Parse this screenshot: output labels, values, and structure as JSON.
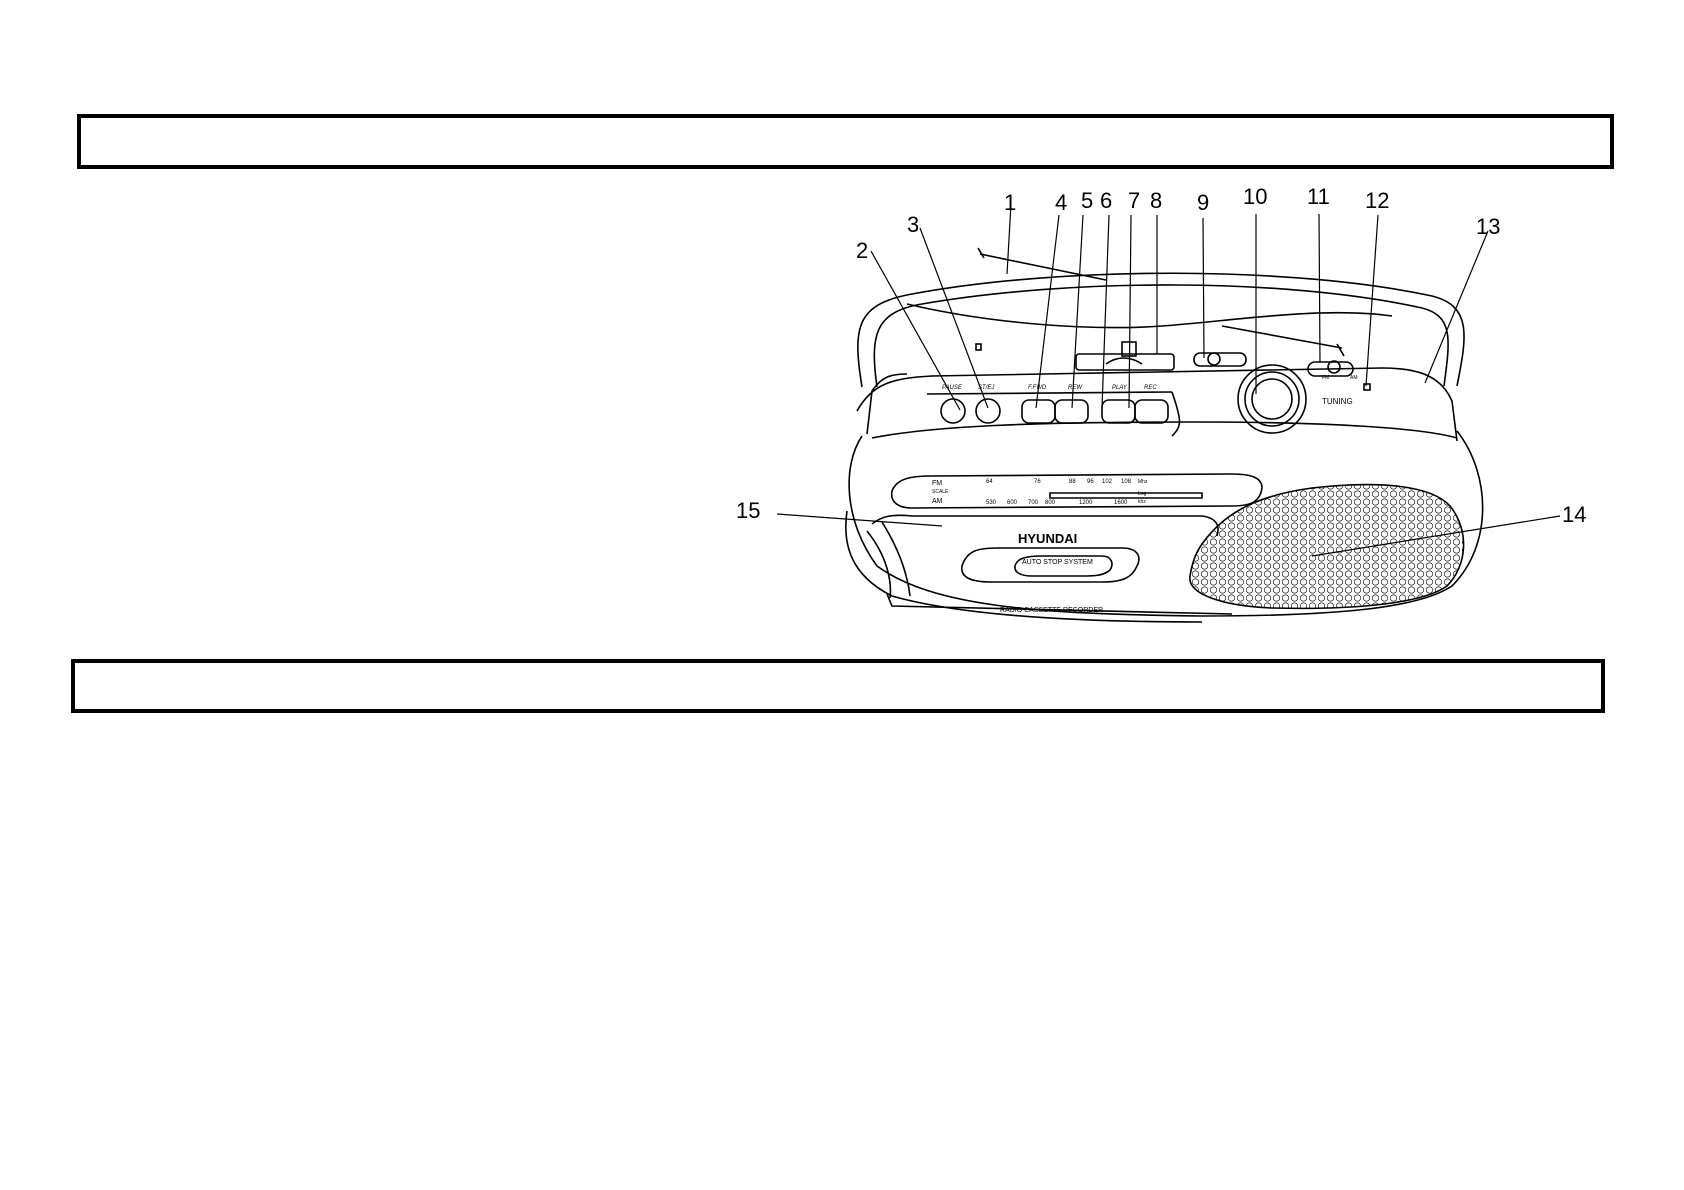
{
  "header_top": {
    "text": ""
  },
  "header_bottom": {
    "text": ""
  },
  "device": {
    "brand": "HYUNDAI",
    "caption": "RADIO CASSETTE RECORDER",
    "auto_stop": "AUTO STOP SYSTEM",
    "tuning_label": "TUNING",
    "buttons": {
      "pause": "PAUSE",
      "stop_eject": "ST/EJ",
      "ffwd": "F.FWD",
      "rew": "REW",
      "play": "PLAY",
      "rec": "REC"
    },
    "dial": {
      "fm_label": "FM",
      "am_label": "AM",
      "scale_label": "SCALE",
      "fm_ticks": [
        "64",
        "76",
        "88",
        "96",
        "102",
        "108"
      ],
      "fm_unit": "Mhz",
      "am_ticks": [
        "530",
        "600",
        "700",
        "800",
        "1200",
        "1600"
      ],
      "am_unit": "khz",
      "log_label": "Log"
    },
    "band_labels": {
      "fm": "FM",
      "am": "AM"
    }
  },
  "callouts": [
    "1",
    "2",
    "3",
    "4",
    "5",
    "6",
    "7",
    "8",
    "9",
    "10",
    "11",
    "12",
    "13",
    "14",
    "15"
  ]
}
